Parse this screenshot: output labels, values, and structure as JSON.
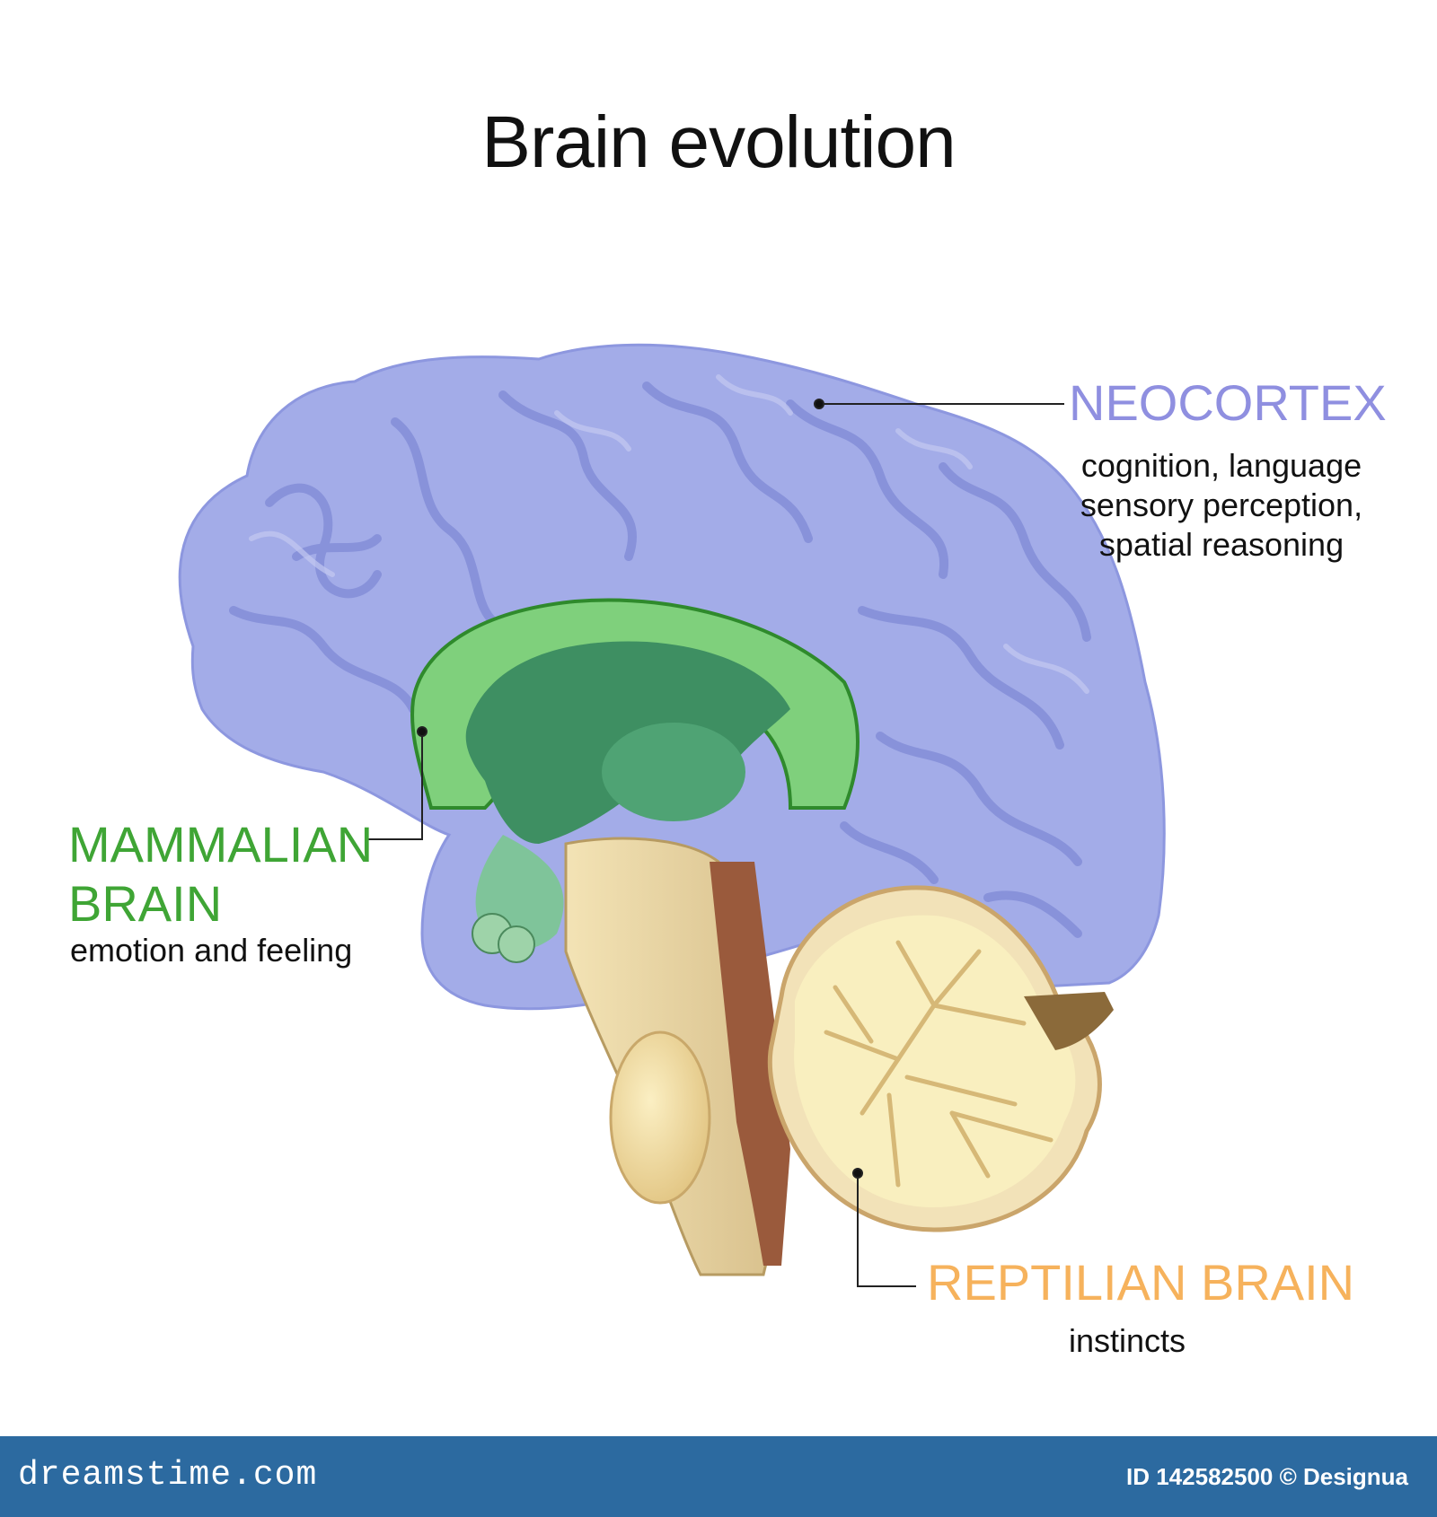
{
  "title": "Brain evolution",
  "labels": {
    "neocortex": {
      "title": "NEOCORTEX",
      "description_lines": [
        "cognition, language",
        "sensory perception,",
        "spatial reasoning"
      ]
    },
    "mammalian": {
      "title_lines": [
        "MAMMALIAN",
        "BRAIN"
      ],
      "description": "emotion and feeling"
    },
    "reptilian": {
      "title": "REPTILIAN BRAIN",
      "description": "instincts"
    }
  },
  "footer": {
    "site": "dreamstime.com",
    "credit": "ID 142582500 © Designua"
  },
  "colors": {
    "neocortex": "#a3ace8",
    "neocortex_label": "#8f8fe0",
    "mammalian": "#3fa535",
    "reptilian": "#f6b25c",
    "footer": "#2c6aa0"
  }
}
